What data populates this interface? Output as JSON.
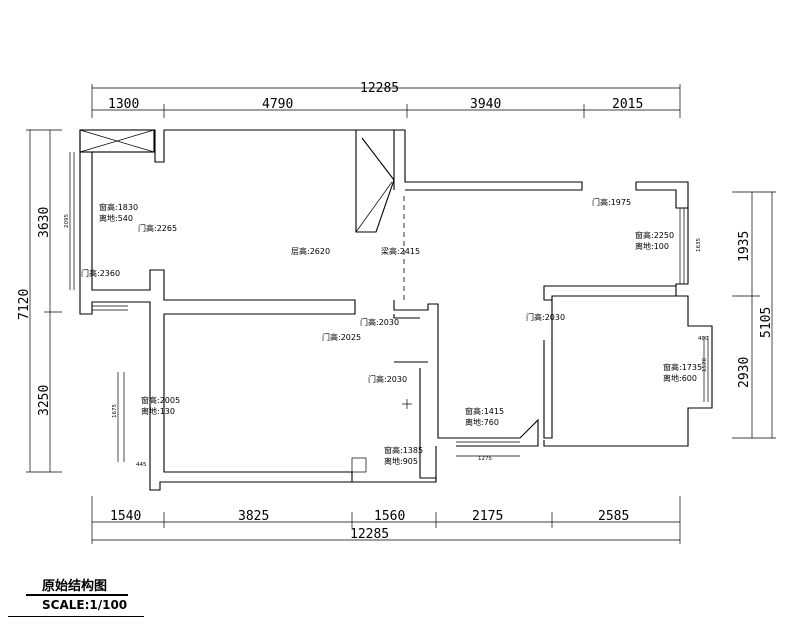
{
  "title": "原始结构图",
  "scale": "SCALE:1/100",
  "dims": {
    "top_total": "12285",
    "top": [
      "1300",
      "4790",
      "3940",
      "2015"
    ],
    "bottom": [
      "1540",
      "3825",
      "1560",
      "2175",
      "2585"
    ],
    "bottom_total": "12285",
    "left_total": "7120",
    "left": [
      "3630",
      "3250"
    ],
    "right": [
      "1935",
      "2930"
    ],
    "right_total": "5105"
  },
  "labels": {
    "win1_h": "窗高:1830",
    "win1_s": "离地:540",
    "door_2265": "门高:2265",
    "floor_h": "层高:2620",
    "beam_h": "梁高:2415",
    "door_1975": "门高:1975",
    "win2_h": "窗高:2250",
    "win2_s": "离地:100",
    "door_2360": "门高:2360",
    "door_2030_a": "门高:2030",
    "door_2030_b": "门高:2030",
    "door_2025": "门高:2025",
    "door_2030_c": "门高:2030",
    "win3_h": "窗高:2005",
    "win3_s": "离地:130",
    "win4_h": "窗高:1415",
    "win4_s": "离地:760",
    "win5_h": "窗高:1735",
    "win5_s": "离地:600",
    "win6_h": "窗高:1385",
    "win6_s": "离地:905"
  },
  "small": {
    "w_left1": "2095",
    "w_right1": "1635",
    "w_left2": "1675",
    "w_left2b": "445",
    "w_right2a": "400",
    "w_right2b": "1570",
    "w_bottom": "1275"
  }
}
